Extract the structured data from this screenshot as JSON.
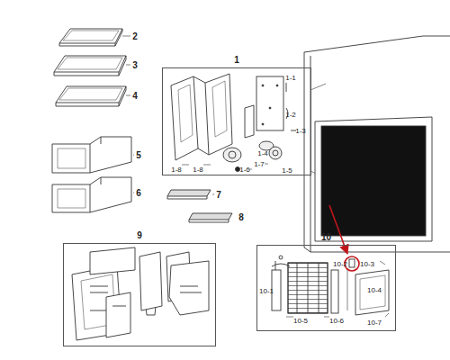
{
  "diagram": {
    "nodes": [
      {
        "text": [
          "1"
        ]
      },
      {
        "text": [
          "9"
        ]
      },
      {
        "text": [
          "10"
        ]
      }
    ],
    "labels": [
      "2",
      "3",
      "4",
      "5",
      "6",
      "7",
      "8",
      "1-1",
      "1-2",
      "1-3",
      "1-4",
      "1-5",
      "1-6",
      "1-7",
      "1-8",
      "1-8",
      "10-1",
      "10-2",
      "10-3",
      "10-4",
      "10-5",
      "10-6",
      "10-7"
    ]
  }
}
